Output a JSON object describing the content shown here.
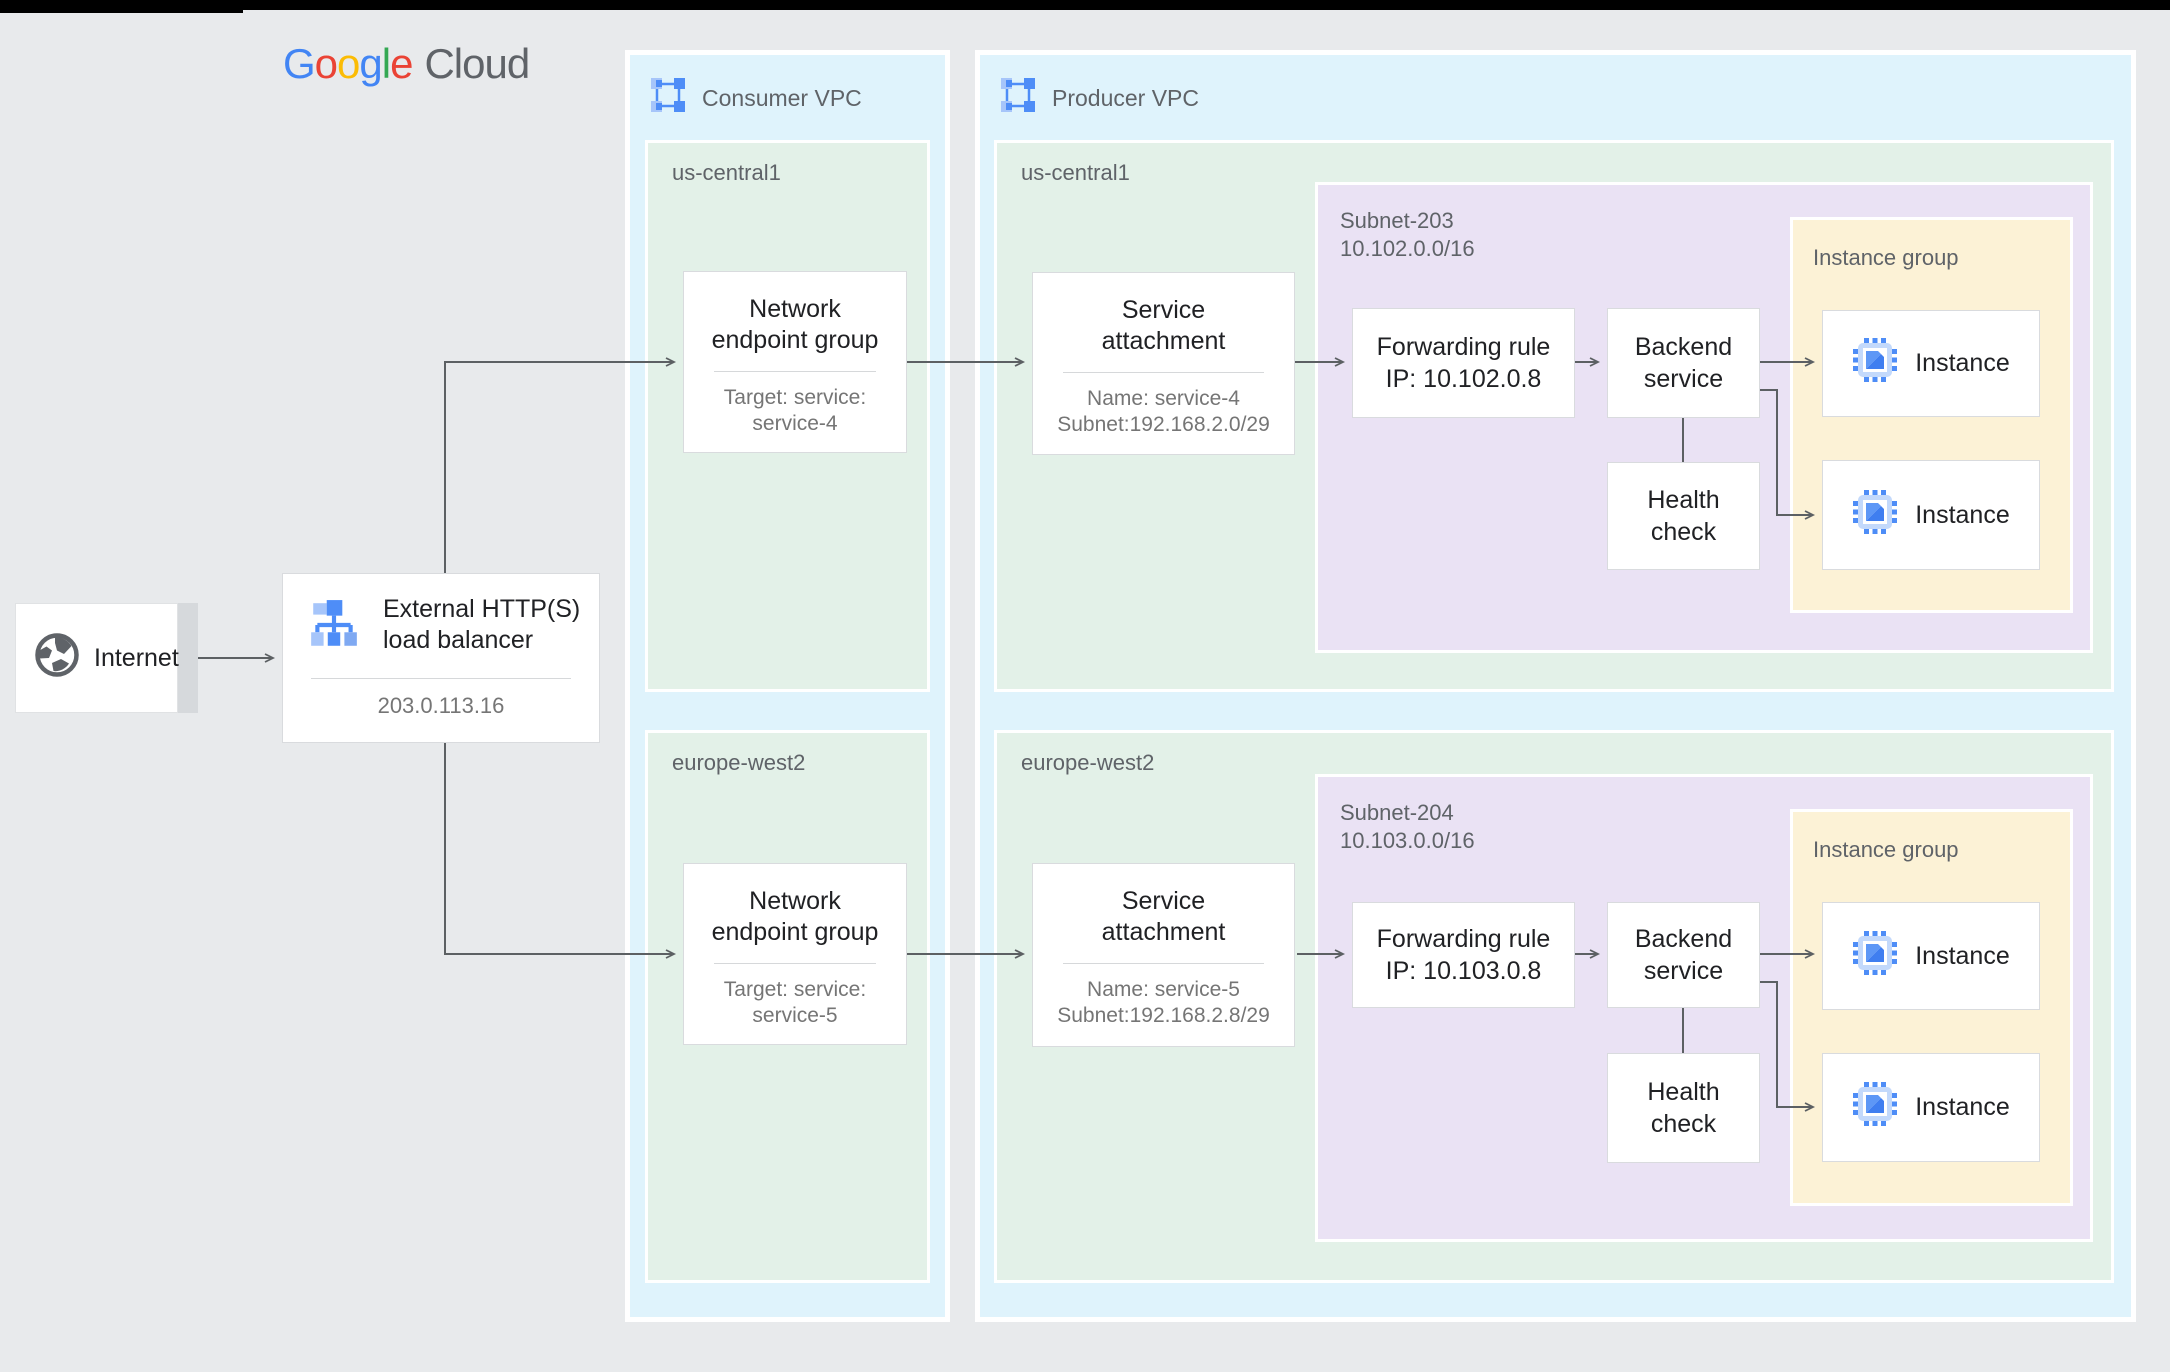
{
  "header": {
    "brand_letters": [
      {
        "ch": "G",
        "color": "#4285F4"
      },
      {
        "ch": "o",
        "color": "#EA4335"
      },
      {
        "ch": "o",
        "color": "#FBBC05"
      },
      {
        "ch": "g",
        "color": "#4285F4"
      },
      {
        "ch": "l",
        "color": "#34A853"
      },
      {
        "ch": "e",
        "color": "#EA4335"
      }
    ],
    "brand_suffix": "Cloud"
  },
  "internet": {
    "label": "Internet"
  },
  "load_balancer": {
    "line1": "External HTTP(S)",
    "line2": "load balancer",
    "ip": "203.0.113.16"
  },
  "consumer_vpc": {
    "label": "Consumer VPC",
    "regions": [
      {
        "name": "us-central1",
        "neg": {
          "line1": "Network",
          "line2": "endpoint group",
          "sub1": "Target: service:",
          "sub2": "service-4"
        }
      },
      {
        "name": "europe-west2",
        "neg": {
          "line1": "Network",
          "line2": "endpoint group",
          "sub1": "Target: service:",
          "sub2": "service-5"
        }
      }
    ]
  },
  "producer_vpc": {
    "label": "Producer VPC",
    "regions": [
      {
        "name": "us-central1",
        "service_attachment": {
          "line1": "Service",
          "line2": "attachment",
          "sub1": "Name: service-4",
          "sub2": "Subnet:192.168.2.0/29"
        },
        "subnet": {
          "name": "Subnet-203",
          "cidr": "10.102.0.0/16",
          "forwarding_rule": {
            "line1": "Forwarding rule",
            "line2": "IP: 10.102.0.8"
          },
          "backend_service": {
            "line1": "Backend",
            "line2": "service"
          },
          "health_check": {
            "line1": "Health",
            "line2": "check"
          },
          "instance_group": {
            "label": "Instance group",
            "instances": [
              {
                "label": "Instance"
              },
              {
                "label": "Instance"
              }
            ]
          }
        }
      },
      {
        "name": "europe-west2",
        "service_attachment": {
          "line1": "Service",
          "line2": "attachment",
          "sub1": "Name: service-5",
          "sub2": "Subnet:192.168.2.8/29"
        },
        "subnet": {
          "name": "Subnet-204",
          "cidr": "10.103.0.0/16",
          "forwarding_rule": {
            "line1": "Forwarding rule",
            "line2": "IP: 10.103.0.8"
          },
          "backend_service": {
            "line1": "Backend",
            "line2": "service"
          },
          "health_check": {
            "line1": "Health",
            "line2": "check"
          },
          "instance_group": {
            "label": "Instance group",
            "instances": [
              {
                "label": "Instance"
              },
              {
                "label": "Instance"
              }
            ]
          }
        }
      }
    ]
  },
  "icons": {
    "globe": "internet-globe-icon",
    "load_balancer": "load-balancer-icon",
    "vpc": "vpc-network-icon",
    "instance": "compute-engine-icon"
  },
  "colors": {
    "background": "#e8eaec",
    "vpc_fill": "#dff3fc",
    "region_green": "#e3f1e8",
    "subnet_purple": "#eae2f4",
    "instance_group_yellow": "#fcf2d6",
    "icon_blue": "#4e8df7",
    "icon_blue_light": "#a6c5fa",
    "text_dark": "#202124",
    "text_gray": "#757575",
    "label_gray": "#5f6368",
    "connector": "#5c6063"
  }
}
